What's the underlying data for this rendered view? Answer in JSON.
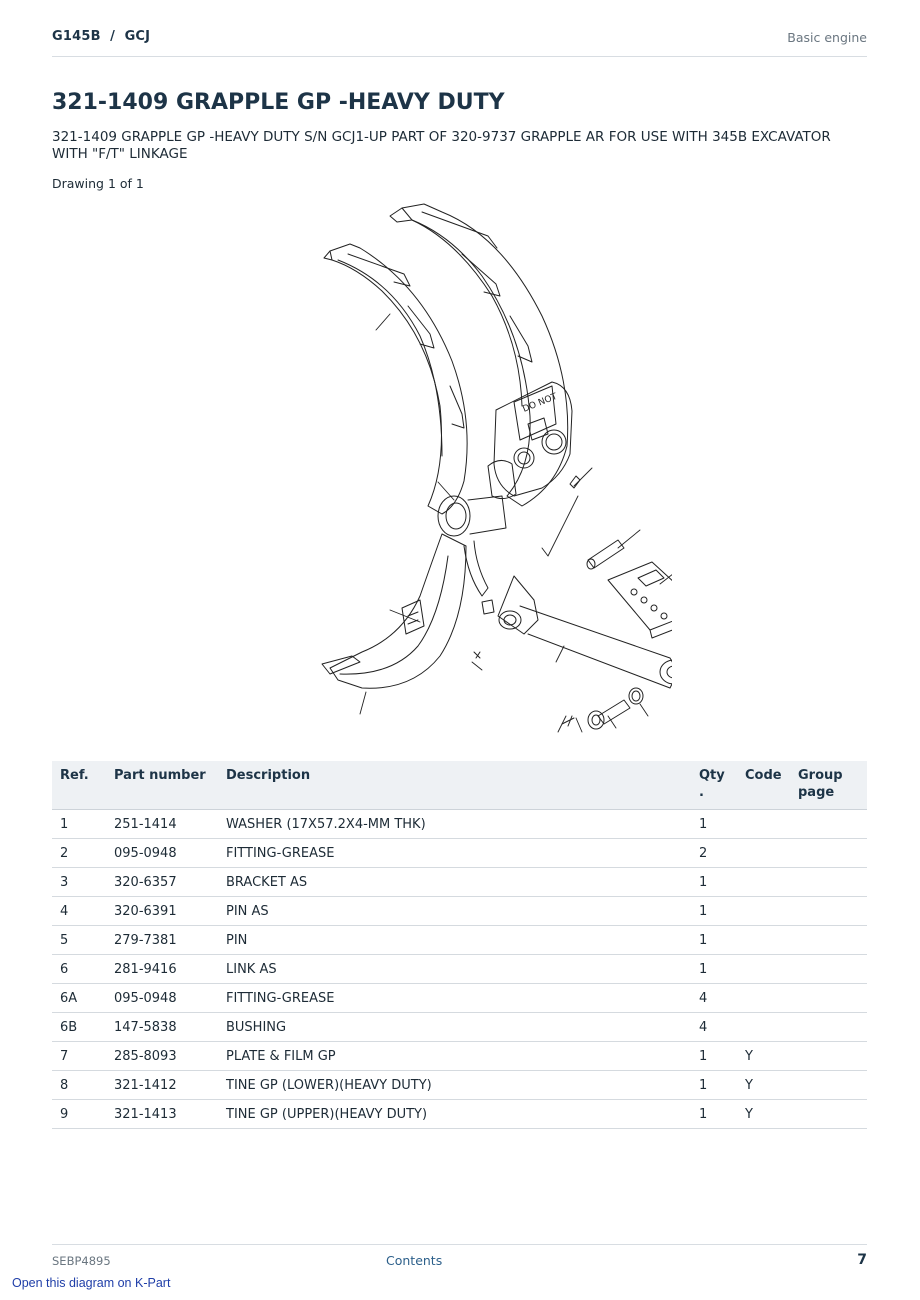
{
  "header": {
    "left": "G145B  /  GCJ",
    "right": "Basic engine"
  },
  "title": "321-1409 GRAPPLE GP -HEAVY DUTY",
  "subtitle": "321-1409 GRAPPLE GP -HEAVY DUTY S/N GCJ1-UP PART OF 320-9737 GRAPPLE AR FOR USE WITH 345B EXCAVATOR WITH \"F/T\" LINKAGE",
  "drawing_label": "Drawing 1 of 1",
  "diagram": {
    "decal_text": "DO NOT"
  },
  "table": {
    "headers": {
      "ref": "Ref.",
      "part": "Part number",
      "desc": "Description",
      "qty": "Qty .",
      "code": "Code",
      "group": "Group page"
    },
    "rows": [
      {
        "ref": "1",
        "part": "251-1414",
        "desc": "WASHER (17X57.2X4-MM THK)",
        "qty": "1",
        "code": "",
        "group": ""
      },
      {
        "ref": "2",
        "part": "095-0948",
        "desc": "FITTING-GREASE",
        "qty": "2",
        "code": "",
        "group": ""
      },
      {
        "ref": "3",
        "part": "320-6357",
        "desc": "BRACKET AS",
        "qty": "1",
        "code": "",
        "group": ""
      },
      {
        "ref": "4",
        "part": "320-6391",
        "desc": "PIN AS",
        "qty": "1",
        "code": "",
        "group": ""
      },
      {
        "ref": "5",
        "part": "279-7381",
        "desc": "PIN",
        "qty": "1",
        "code": "",
        "group": ""
      },
      {
        "ref": "6",
        "part": "281-9416",
        "desc": "LINK AS",
        "qty": "1",
        "code": "",
        "group": ""
      },
      {
        "ref": "6A",
        "part": "095-0948",
        "desc": "FITTING-GREASE",
        "qty": "4",
        "code": "",
        "group": ""
      },
      {
        "ref": "6B",
        "part": "147-5838",
        "desc": "BUSHING",
        "qty": "4",
        "code": "",
        "group": ""
      },
      {
        "ref": "7",
        "part": "285-8093",
        "desc": "PLATE & FILM GP",
        "qty": "1",
        "code": "Y",
        "group": ""
      },
      {
        "ref": "8",
        "part": "321-1412",
        "desc": "TINE GP (LOWER)(HEAVY DUTY)",
        "qty": "1",
        "code": "Y",
        "group": ""
      },
      {
        "ref": "9",
        "part": "321-1413",
        "desc": "TINE GP (UPPER)(HEAVY DUTY)",
        "qty": "1",
        "code": "Y",
        "group": ""
      }
    ]
  },
  "footer": {
    "left": "SEBP4895",
    "center": "Contents",
    "right": "7"
  },
  "kpart_link": "Open this diagram on K-Part"
}
